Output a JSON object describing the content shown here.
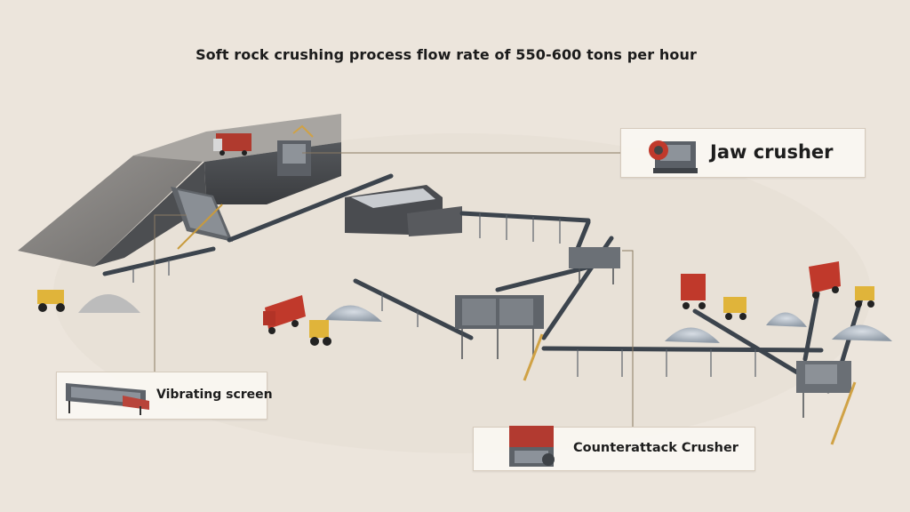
{
  "title": "Soft rock crushing process flow rate of 550-600 tons per hour",
  "labels": {
    "jaw_crusher": "Jaw crusher",
    "vibrating_screen": "Vibrating screen",
    "counterattack_crusher": "Counterattack Crusher"
  },
  "colors": {
    "background": "#ece5dc",
    "truck_red": "#c0392b",
    "loader_yellow": "#e0b43a",
    "conveyor": "#3d4550",
    "leader_line": "#8a7a62"
  }
}
